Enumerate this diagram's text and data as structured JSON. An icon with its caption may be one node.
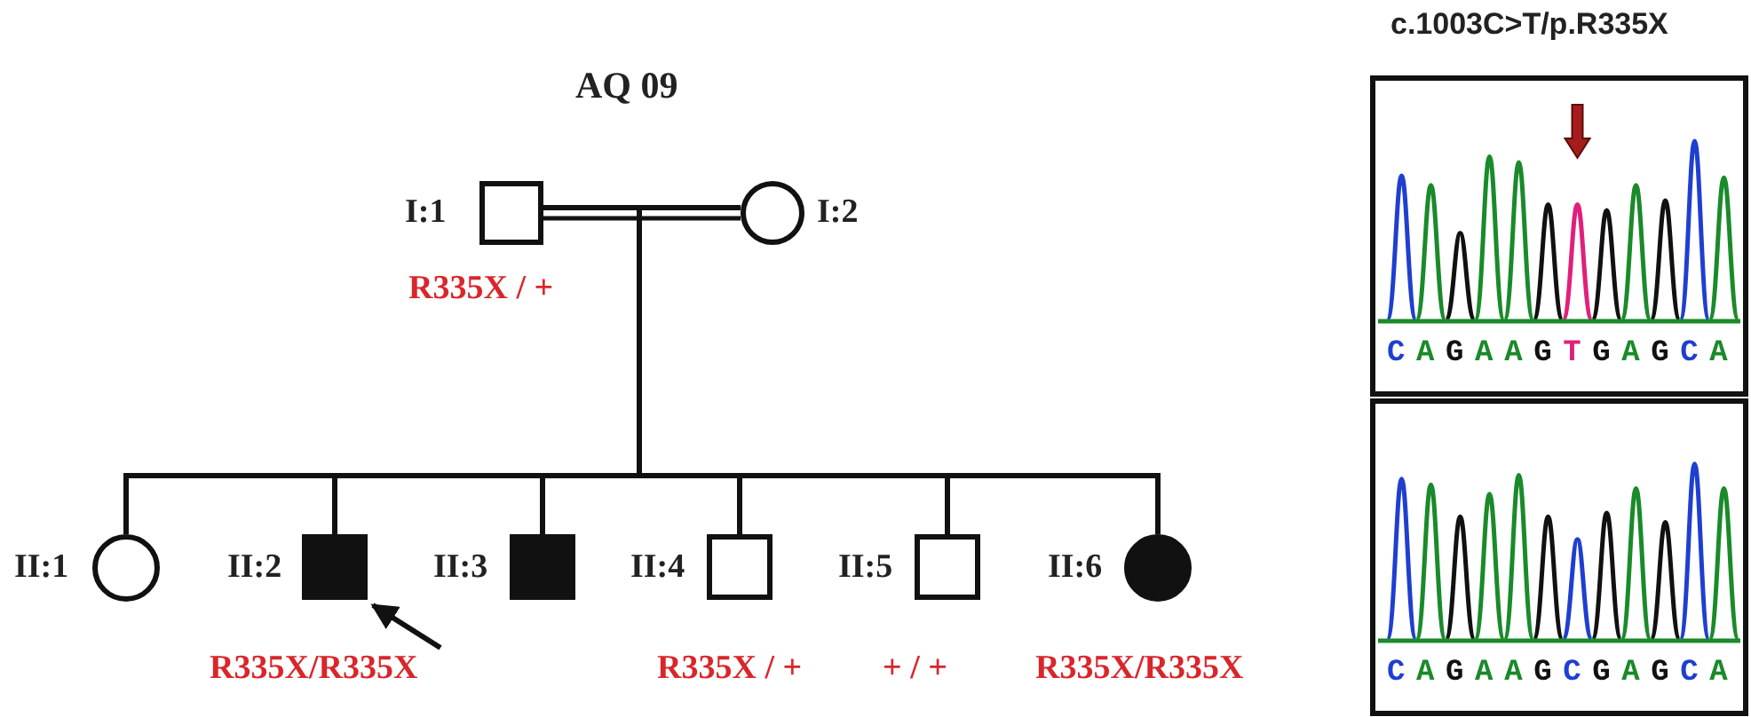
{
  "diagram": {
    "title": "AQ 09",
    "nodes": [
      {
        "text": [],
        "shape": "box",
        "beside": [
          "I:1",
          "R335X / +"
        ]
      },
      {
        "text": [],
        "shape": "circle",
        "beside": [
          "I:2"
        ]
      },
      {
        "text": [],
        "shape": "circle",
        "beside": [
          "II:1"
        ]
      },
      {
        "text": [],
        "shape": "block",
        "beside": [
          "II:2",
          "R335X/R335X"
        ]
      },
      {
        "text": [],
        "shape": "block",
        "beside": [
          "II:3"
        ]
      },
      {
        "text": [],
        "shape": "box",
        "beside": [
          "II:4",
          "R335X / +"
        ]
      },
      {
        "text": [],
        "shape": "box",
        "beside": [
          "II:5",
          "+ / +"
        ]
      },
      {
        "text": [],
        "shape": "disc",
        "beside": [
          "II:6",
          "R335X/R335X"
        ]
      }
    ],
    "edges": [
      {
        "from": 0,
        "to": 1,
        "arrow": "none"
      },
      {
        "from": 0,
        "to": 2,
        "arrow": "none"
      },
      {
        "from": 1,
        "to": 2,
        "arrow": "none"
      },
      {
        "from": 0,
        "to": 3,
        "arrow": "none"
      },
      {
        "from": 1,
        "to": 3,
        "arrow": "none"
      },
      {
        "from": 0,
        "to": 4,
        "arrow": "none"
      },
      {
        "from": 1,
        "to": 4,
        "arrow": "none"
      },
      {
        "from": 0,
        "to": 5,
        "arrow": "none"
      },
      {
        "from": 1,
        "to": 5,
        "arrow": "none"
      },
      {
        "from": 0,
        "to": 6,
        "arrow": "none"
      },
      {
        "from": 1,
        "to": 6,
        "arrow": "none"
      },
      {
        "from": 0,
        "to": 7,
        "arrow": "none"
      },
      {
        "from": 1,
        "to": 7,
        "arrow": "none"
      },
      {
        "from": null,
        "to": 3,
        "arrow": "to"
      }
    ],
    "labels": [
      "c.1003C>T/p.R335X",
      "CAGAAGTGAGCA",
      "CAGAAGCGAGCA"
    ]
  }
}
